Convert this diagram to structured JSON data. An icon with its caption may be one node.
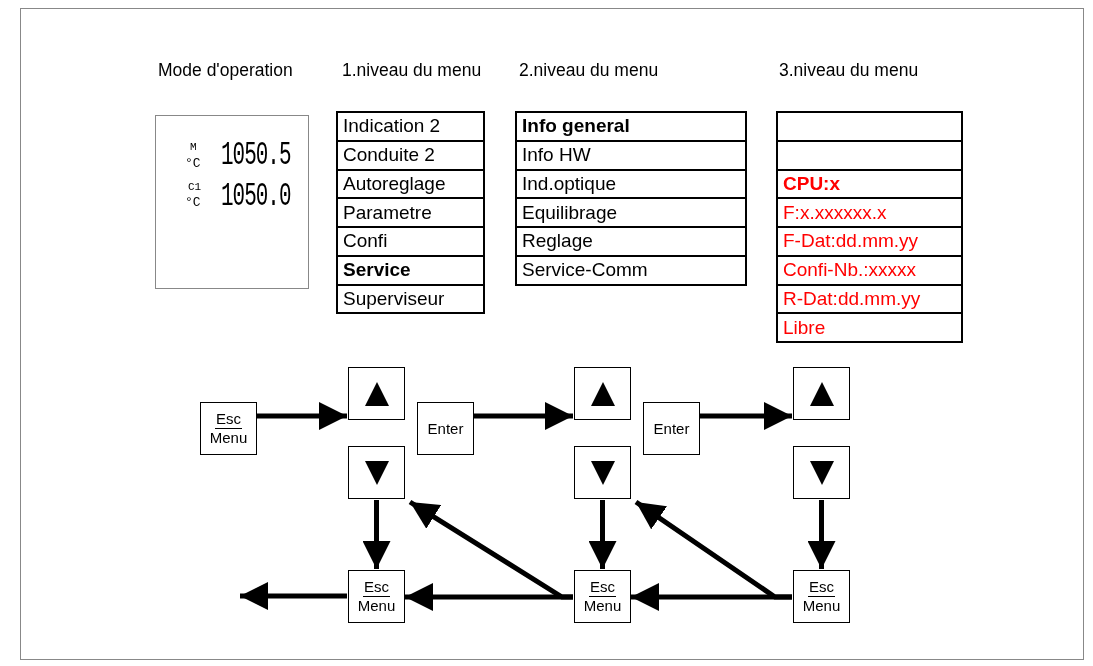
{
  "diagram": {
    "nodes": [
      {
        "text": [
          "M",
          "°C",
          "1050.5",
          "C1",
          "°C",
          "1050.0"
        ]
      },
      {
        "text": [
          "Indication 2"
        ]
      },
      {
        "text": [
          "Conduite 2"
        ]
      },
      {
        "text": [
          "Autoreglage"
        ]
      },
      {
        "text": [
          "Parametre"
        ]
      },
      {
        "text": [
          "Confi"
        ]
      },
      {
        "text": [
          "Service"
        ]
      },
      {
        "text": [
          "Superviseur"
        ]
      },
      {
        "text": [
          "Info general"
        ]
      },
      {
        "text": [
          "Info HW"
        ]
      },
      {
        "text": [
          "Ind.optique"
        ]
      },
      {
        "text": [
          "Equilibrage"
        ]
      },
      {
        "text": [
          "Reglage"
        ]
      },
      {
        "text": [
          "Service-Comm"
        ]
      },
      {
        "text": [],
        "shape": "box"
      },
      {
        "text": [],
        "shape": "box"
      },
      {
        "text": [
          "CPU:x"
        ]
      },
      {
        "text": [
          "F:x.xxxxxx.x"
        ]
      },
      {
        "text": [
          "F-Dat:dd.mm.yy"
        ]
      },
      {
        "text": [
          "Confi-Nb.:xxxxx"
        ]
      },
      {
        "text": [
          "R-Dat:dd.mm.yy"
        ]
      },
      {
        "text": [
          "Libre"
        ]
      },
      {
        "text": [
          "Esc",
          "Menu"
        ]
      },
      {
        "text": [],
        "shape": "box"
      },
      {
        "text": [],
        "shape": "box"
      },
      {
        "text": [
          "Enter"
        ]
      },
      {
        "text": [],
        "shape": "box"
      },
      {
        "text": [],
        "shape": "box"
      },
      {
        "text": [
          "Enter"
        ]
      },
      {
        "text": [],
        "shape": "box"
      },
      {
        "text": [],
        "shape": "box"
      },
      {
        "text": [
          "Esc",
          "Menu"
        ]
      },
      {
        "text": [
          "Esc",
          "Menu"
        ]
      },
      {
        "text": [
          "Esc",
          "Menu"
        ]
      }
    ],
    "edges": [
      {
        "from": 22,
        "to": 23,
        "arrow": "to"
      },
      {
        "from": 25,
        "to": 26,
        "arrow": "to"
      },
      {
        "from": 28,
        "to": 29,
        "arrow": "to"
      },
      {
        "from": 24,
        "to": 31,
        "arrow": "to"
      },
      {
        "from": 27,
        "to": 32,
        "arrow": "to"
      },
      {
        "from": 30,
        "to": 33,
        "arrow": "to"
      },
      {
        "from": 31,
        "to": null,
        "arrow": "to"
      },
      {
        "from": 32,
        "to": 31,
        "arrow": "to"
      },
      {
        "from": 32,
        "to": 24,
        "arrow": "to"
      },
      {
        "from": 33,
        "to": 32,
        "arrow": "to"
      },
      {
        "from": 33,
        "to": 27,
        "arrow": "to"
      }
    ],
    "labels": [
      "Mode d'operation",
      "1.niveau du menu",
      "2.niveau du menu",
      "3.niveau du menu"
    ]
  }
}
